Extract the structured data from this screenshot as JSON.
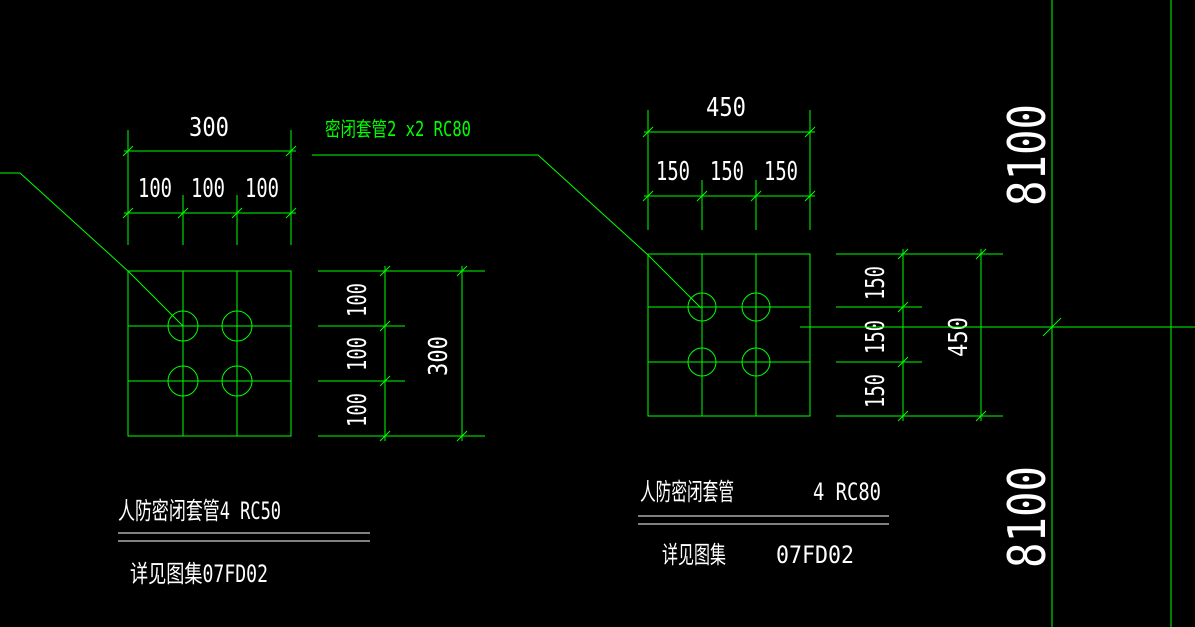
{
  "colors": {
    "background": "#000000",
    "geometry": "#00ff00",
    "text": "#ffffff"
  },
  "leader_label": "密闭套管2 x2 RC80",
  "left_detail": {
    "dim_total_top": "300",
    "dim_sub_top": [
      "100",
      "100",
      "100"
    ],
    "dim_sub_right": [
      "100",
      "100",
      "100"
    ],
    "dim_total_right": "300",
    "title": "人防密闭套管4 RC50",
    "reference": "详见图集07FD02"
  },
  "right_detail": {
    "dim_total_top": "450",
    "dim_sub_top": [
      "150",
      "150",
      "150"
    ],
    "dim_sub_right": [
      "150",
      "150",
      "150"
    ],
    "dim_total_right": "450",
    "title": "人防密闭套管",
    "title_spec": "4 RC80",
    "reference_label": "详见图集",
    "reference_code": "07FD02"
  },
  "grid_dims": {
    "upper": "8100",
    "lower": "8100"
  }
}
